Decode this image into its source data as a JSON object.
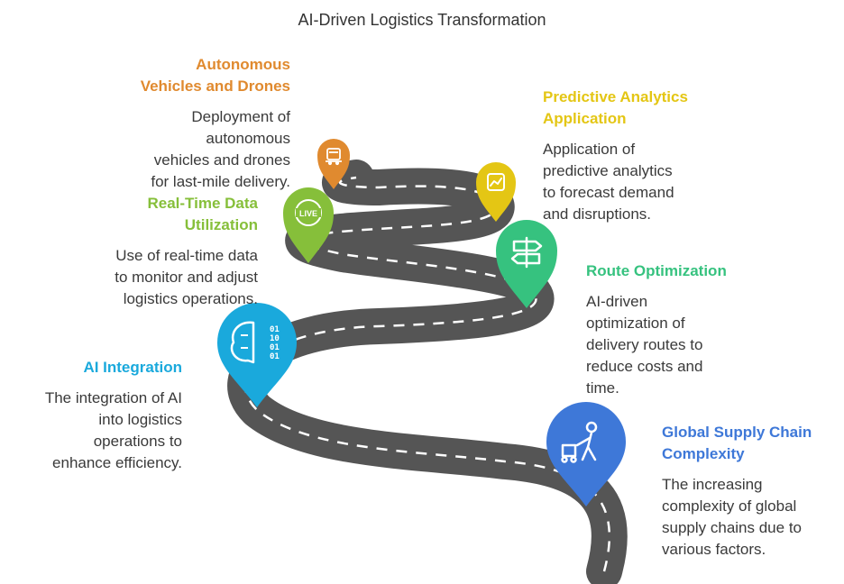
{
  "title": "AI-Driven Logistics Transformation",
  "colors": {
    "road": "#555555",
    "road_dash": "#ffffff",
    "global_supply_chain": "#3e78d8",
    "ai_integration": "#1aa9dc",
    "route_optimization": "#36c27f",
    "real_time_data": "#86bf3a",
    "predictive_analytics": "#e4c614",
    "autonomous_vehicles": "#e08a2f"
  },
  "stages": [
    {
      "id": "global_supply_chain",
      "heading_lines": [
        "Global Supply Chain",
        "Complexity"
      ],
      "description_lines": [
        "The increasing",
        "complexity of global",
        "supply chains due to",
        "various factors."
      ],
      "icon": "person-with-cart-icon"
    },
    {
      "id": "ai_integration",
      "heading_lines": [
        "AI Integration"
      ],
      "description_lines": [
        "The integration of AI",
        "into logistics",
        "operations to",
        "enhance efficiency."
      ],
      "icon": "brain-binary-icon",
      "icon_text": [
        "01",
        "10",
        "01",
        "01"
      ]
    },
    {
      "id": "route_optimization",
      "heading_lines": [
        "Route Optimization"
      ],
      "description_lines": [
        "AI-driven",
        "optimization of",
        "delivery routes to",
        "reduce costs and",
        "time."
      ],
      "icon": "signpost-icon"
    },
    {
      "id": "real_time_data",
      "heading_lines": [
        "Real-Time Data",
        "Utilization"
      ],
      "description_lines": [
        "Use of real-time data",
        "to monitor and adjust",
        "logistics operations."
      ],
      "icon": "live-globe-icon",
      "icon_text": "LIVE"
    },
    {
      "id": "predictive_analytics",
      "heading_lines": [
        "Predictive Analytics",
        "Application"
      ],
      "description_lines": [
        "Application of",
        "predictive analytics",
        "to forecast demand",
        "and disruptions."
      ],
      "icon": "line-chart-icon"
    },
    {
      "id": "autonomous_vehicles",
      "heading_lines": [
        "Autonomous",
        "Vehicles and Drones"
      ],
      "description_lines": [
        "Deployment of",
        "autonomous",
        "vehicles and drones",
        "for last-mile delivery."
      ],
      "icon": "autonomous-vehicle-icon"
    }
  ]
}
